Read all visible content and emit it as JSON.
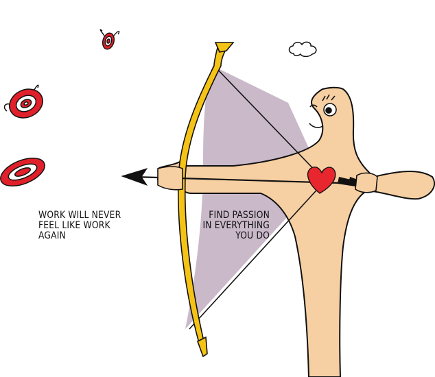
{
  "captions": {
    "left": [
      "WORK WILL NEVER",
      "FEEL LIKE WORK",
      "AGAIN"
    ],
    "bow": [
      "FIND PASSION",
      "IN EVERYTHING",
      "YOU DO"
    ]
  },
  "colors": {
    "skin": "#f6cfa2",
    "bow": "#f5c315",
    "string_fill": "#c9b9c9",
    "heart": "#e8262e",
    "target": "#e0202a",
    "outline": "#111111"
  },
  "icons": [
    "cloud-icon",
    "target-icon",
    "heart-icon",
    "arrow-icon",
    "bow-icon"
  ]
}
